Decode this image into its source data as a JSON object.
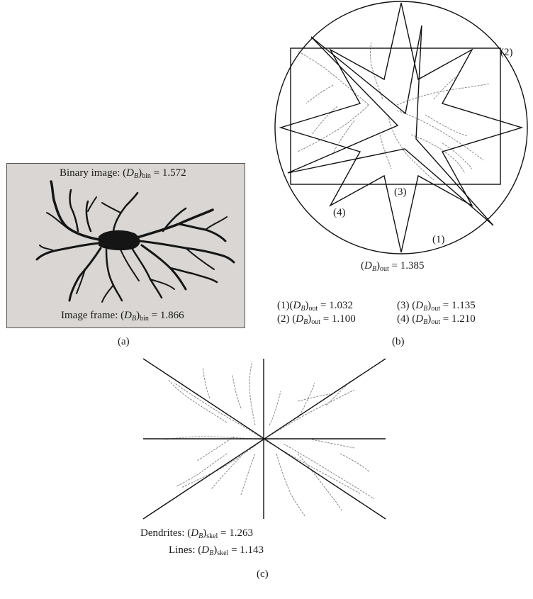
{
  "panel_a": {
    "caption": "(a)",
    "binary_label": "Binary image: ",
    "binary_sub": "bin",
    "binary_value": " = 1.572",
    "frame_label": "Image frame: ",
    "frame_sub": "bin",
    "frame_value": " = 1.866"
  },
  "panel_b": {
    "caption": "(b)",
    "shape_labels": [
      "(1)",
      "(2)",
      "(3)",
      "(4)"
    ],
    "out_sub": "out",
    "out_value": " = 1.385",
    "legend": [
      {
        "num": "(1)",
        "value": " = 1.032"
      },
      {
        "num": "(2)",
        "value": " = 1.100"
      },
      {
        "num": "(3)",
        "value": " = 1.135"
      },
      {
        "num": "(4)",
        "value": " = 1.210"
      }
    ]
  },
  "panel_c": {
    "caption": "(c)",
    "dendrites_label": "Dendrites: ",
    "dendrites_sub": "skel",
    "dendrites_value": " = 1.263",
    "lines_label": "Lines: ",
    "lines_sub": "skel",
    "lines_value": " = 1.143"
  },
  "symbol": {
    "D": "D",
    "B": "B"
  }
}
